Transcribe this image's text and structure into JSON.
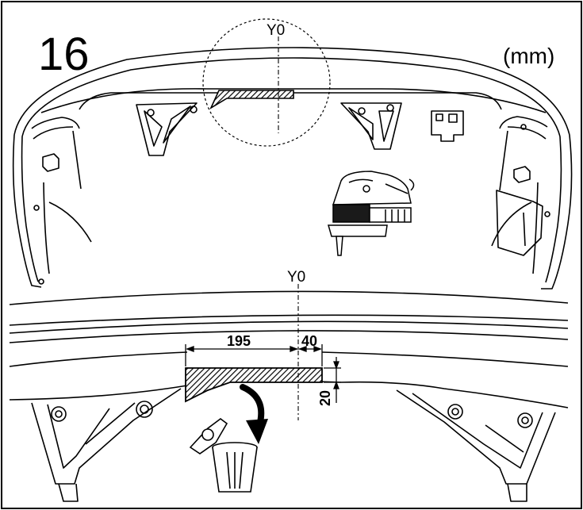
{
  "step_number": "16",
  "unit_label": "(mm)",
  "y_axis_label_top": "Y0",
  "y_axis_label_bottom": "Y0",
  "dimensions": {
    "length_a": "195",
    "length_b": "40",
    "height": "20"
  },
  "icons": [
    "jigsaw-icon",
    "trash-bin-icon",
    "curved-arrow-icon"
  ],
  "colors": {
    "line": "#000000",
    "background": "#ffffff"
  }
}
